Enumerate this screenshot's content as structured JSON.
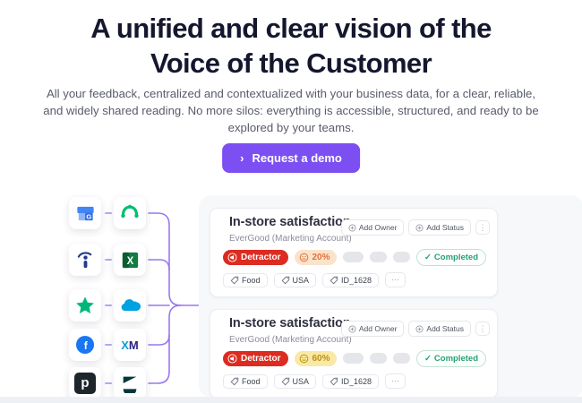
{
  "hero": {
    "heading_line1": "A unified and clear vision of the",
    "heading_line2": "Voice of the Customer",
    "description": "All your feedback, centralized and contextualized with your business data, for a clear, reliable, and widely shared reading. No more silos: everything is accessible, structured, and ready to be explored by your teams.",
    "cta_label": "Request a demo",
    "cta_chevron": "›",
    "cta_color": "#7c4ff2"
  },
  "sources": {
    "items": [
      "google-business",
      "surveymonkey",
      "iadvize",
      "excel",
      "trustpilot",
      "salesforce",
      "facebook",
      "qualtrics-xm",
      "p-app",
      "zendesk"
    ],
    "gmb_letter": "G",
    "excel_letter": "X",
    "facebook_letter": "f",
    "xm_letter_x": "X",
    "xm_letter_m": "M",
    "p_letter": "p",
    "connector_color": "#9a78ee"
  },
  "cards": [
    {
      "title": "In-store satisfaction",
      "subtitle": "EverGood (Marketing Account)",
      "add_owner_label": "Add Owner",
      "add_status_label": "Add Status",
      "menu_dots": "⋮",
      "sentiment_label": "Detractor",
      "sentiment_bg": "#dc2b20",
      "score_value": "20%",
      "score_bg": "#fbe3cb",
      "score_color": "#e0713c",
      "status_check": "✓",
      "status_label": "Completed",
      "status_color": "#27a173",
      "tags": [
        "Food",
        "USA",
        "ID_1628"
      ],
      "more_label": "⋯"
    },
    {
      "title": "In-store satisfaction",
      "subtitle": "EverGood (Marketing Account)",
      "add_owner_label": "Add Owner",
      "add_status_label": "Add Status",
      "menu_dots": "⋮",
      "sentiment_label": "Detractor",
      "sentiment_bg": "#dc2b20",
      "score_value": "60%",
      "score_bg": "#f9e8a6",
      "score_color": "#bd9210",
      "status_check": "✓",
      "status_label": "Completed",
      "status_color": "#27a173",
      "tags": [
        "Food",
        "USA",
        "ID_1628"
      ],
      "more_label": "⋯"
    }
  ]
}
